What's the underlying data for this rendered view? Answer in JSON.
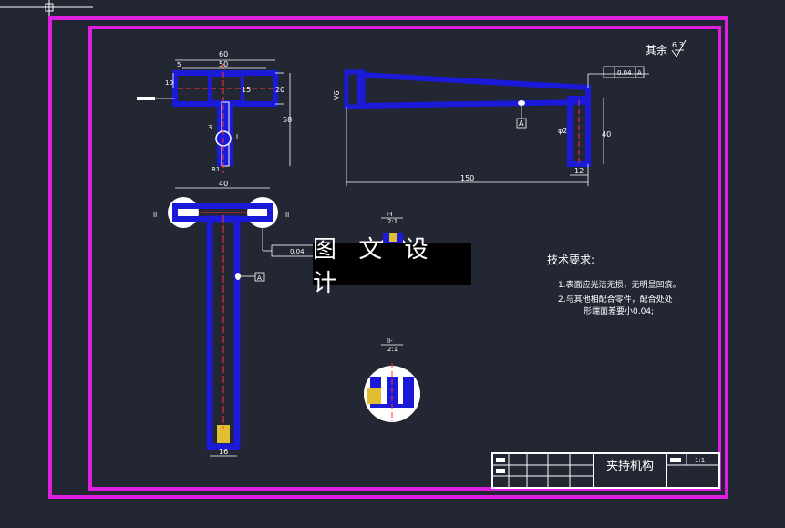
{
  "watermark": "图 文 设 计",
  "title_block": {
    "title": "夹持机构",
    "scale": "1:1"
  },
  "technical_requirements": {
    "heading": "技术要求:",
    "items": [
      "1.表面应光洁无损，无明显凹痕。",
      "2.与其他相配合零件，配合处处",
      "形端面差要小0.04;"
    ]
  },
  "surface_note": {
    "label": "其余",
    "value": "6.3"
  },
  "dimensions": {
    "top_left_view": [
      "60",
      "50",
      "5",
      "10",
      "15",
      "20",
      "58",
      "3",
      "R1"
    ],
    "right_view": [
      "150",
      "12",
      "40",
      "φ2",
      "V6"
    ],
    "front_view": [
      "40",
      "16"
    ],
    "tolerance": "0.04",
    "datum": "A",
    "section_labels": [
      "I",
      "II"
    ],
    "detail_labels": [
      "I-I",
      "2:1",
      "II-",
      "2:1"
    ]
  },
  "colors": {
    "background": "#222733",
    "frame": "#e020e0",
    "part": "#1a1ad8",
    "outline": "#ffffff"
  }
}
